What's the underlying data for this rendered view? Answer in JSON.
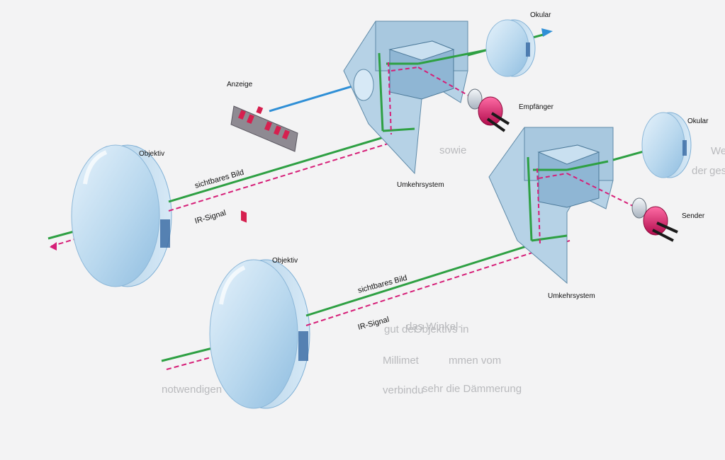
{
  "diagram": {
    "labels": {
      "okular_top": "Okular",
      "okular_right": "Okular",
      "anzeige": "Anzeige",
      "empfaenger": "Empfänger",
      "sender": "Sender",
      "objektiv_top": "Objektiv",
      "objektiv_bottom": "Objektiv",
      "umkehrsystem_top": "Umkehrsystem",
      "umkehrsystem_bottom": "Umkehrsystem",
      "sichtbares_bild_top": "sichtbares Bild",
      "sichtbares_bild_bottom": "sichtbares Bild",
      "ir_signal_top": "IR-Signal",
      "ir_signal_bottom": "IR-Signal"
    },
    "background_text": {
      "line1": "We",
      "line2": "ges",
      "line3": "der",
      "line4": "sowie",
      "line5": "gut der",
      "line6": "Objektivs in",
      "line7": "Millimet",
      "line8": "verbindu",
      "line9": "das Winkel-",
      "line10": "mmen vom",
      "line11": "sehr die Dämmerung",
      "line12": "notwendigen"
    },
    "colors": {
      "visible_beam": "#2ea043",
      "ir_beam": "#d61f78",
      "display_beam": "#2f8fd6",
      "glass": "#b8d8ef",
      "glass_edge": "#7fb0d6",
      "prism": "#b6d2e6",
      "prism_edge": "#5f8aa8",
      "diode": "#e0115f",
      "display_panel": "#8e8a92",
      "display_segment": "#d6204f"
    }
  }
}
